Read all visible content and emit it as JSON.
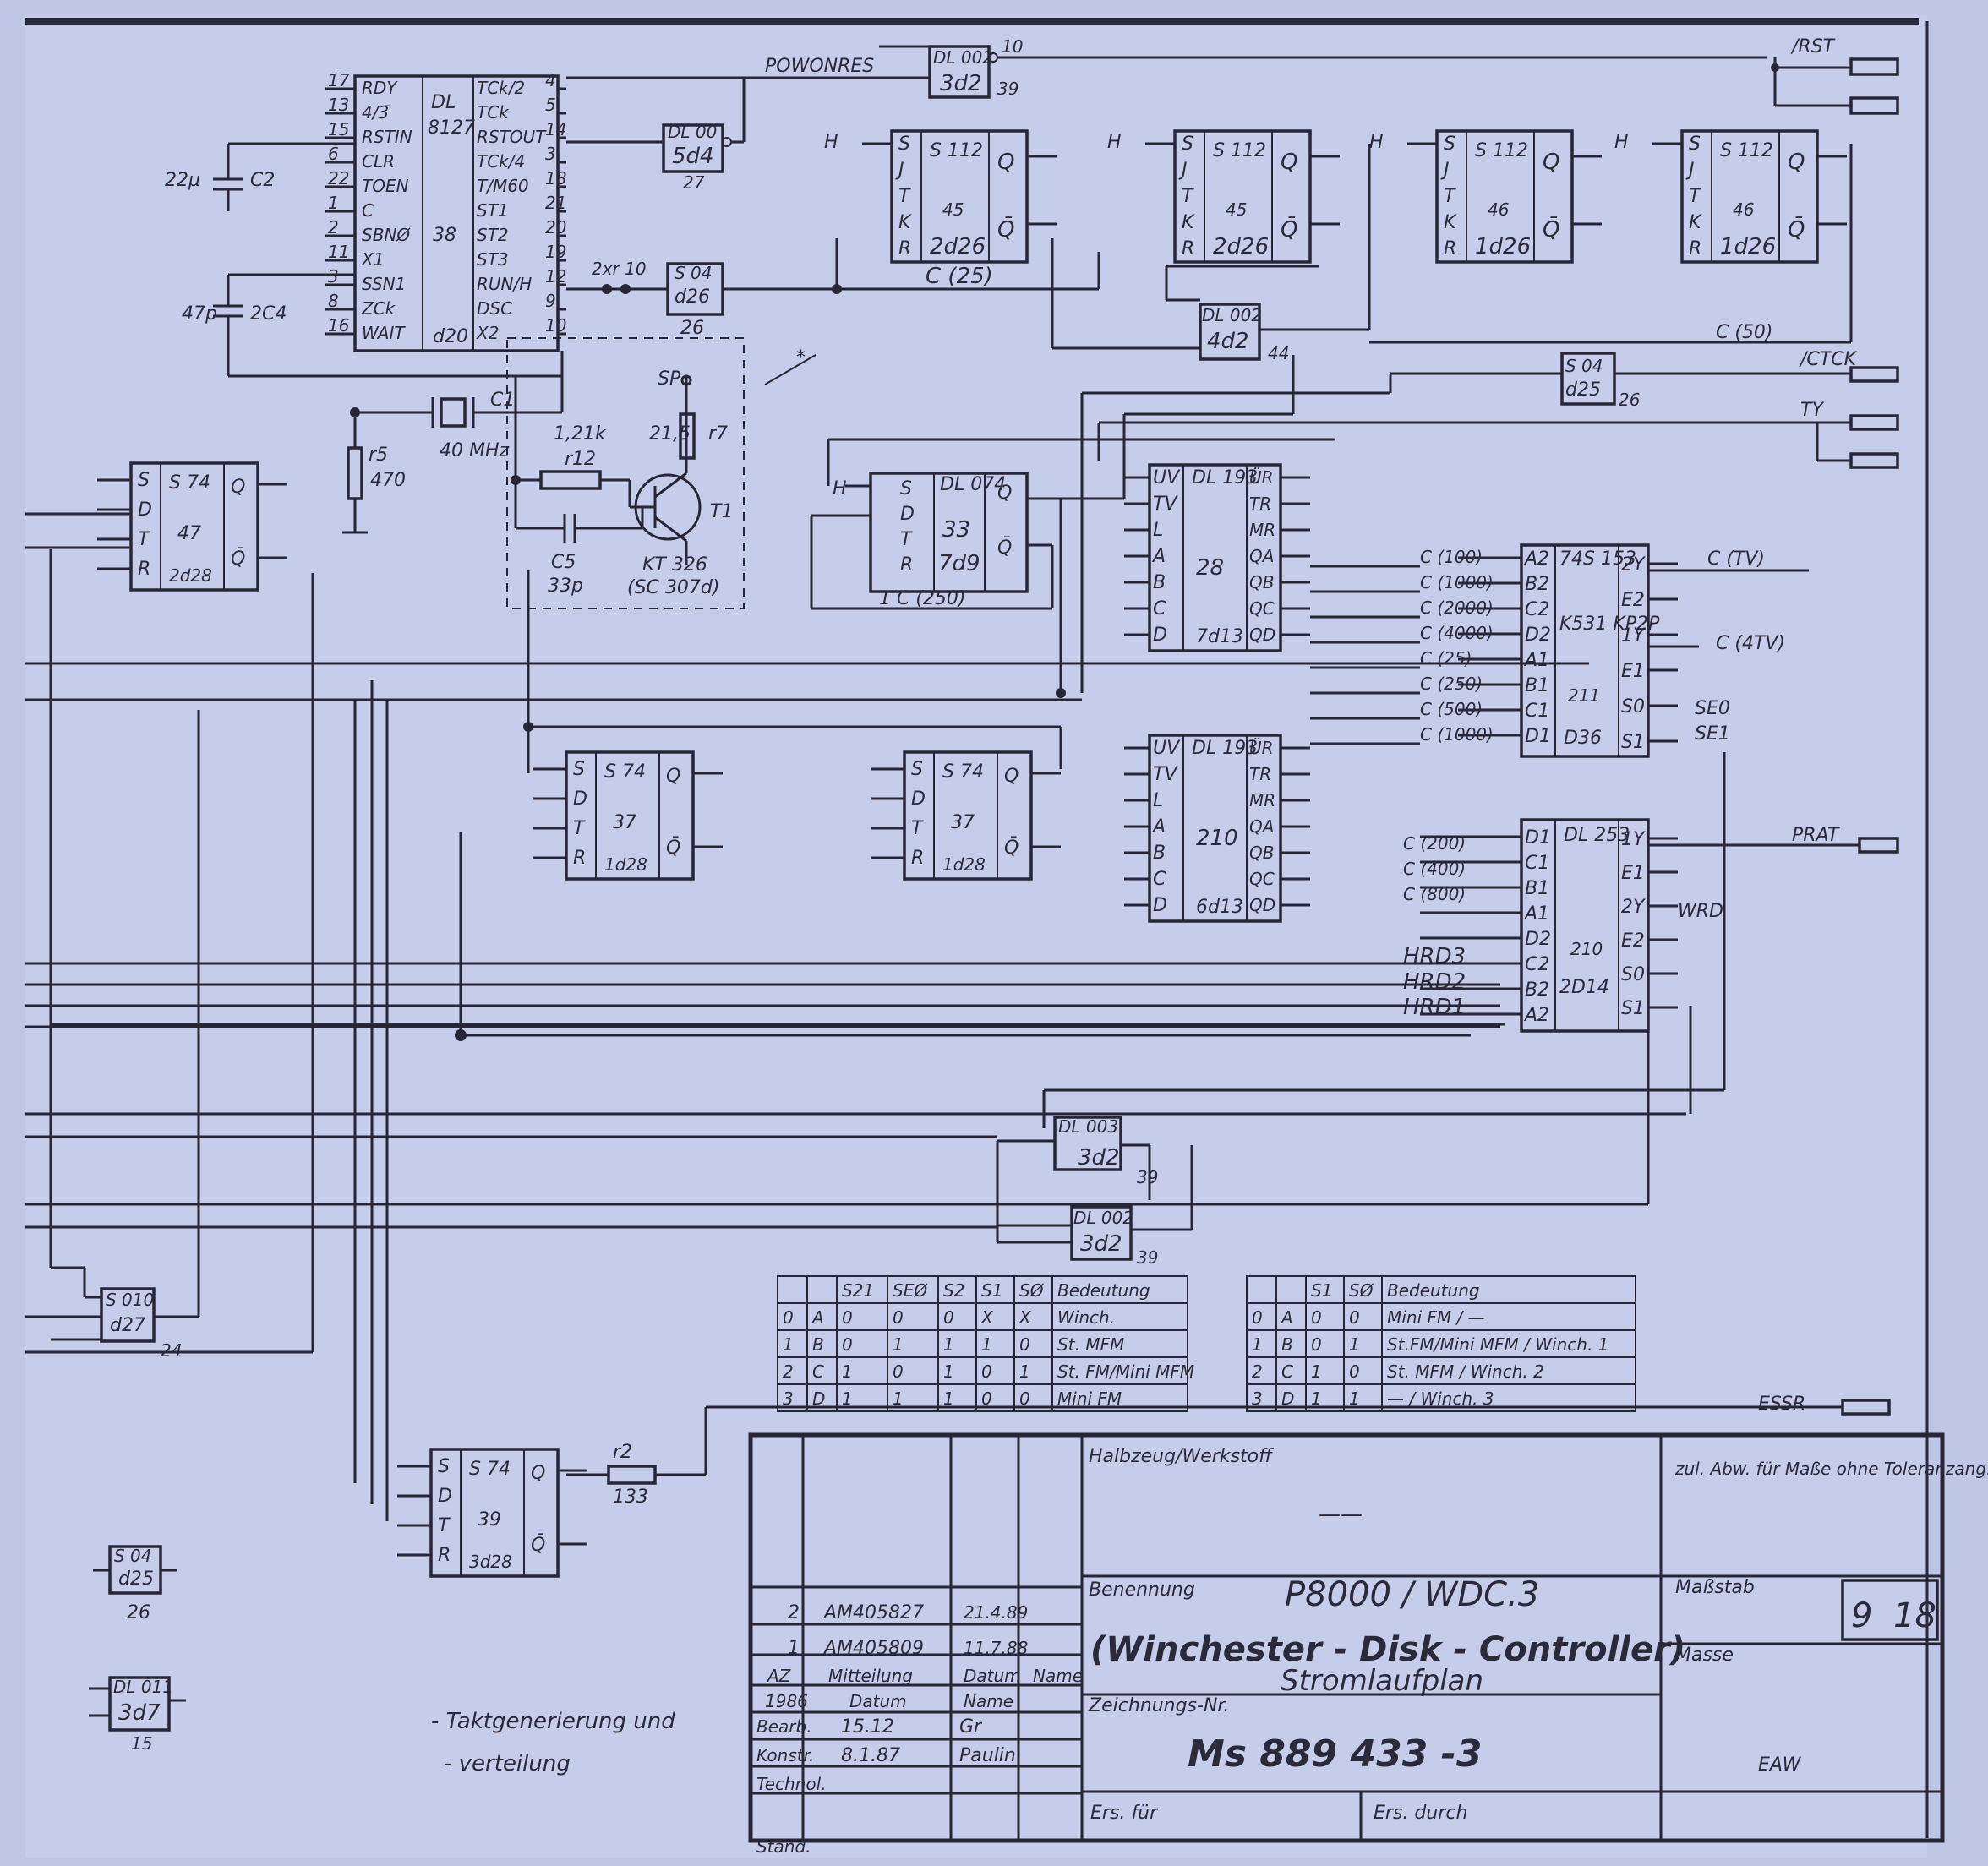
{
  "title_block": {
    "material_label": "Halbzeug/Werkstoff",
    "material_value": "——",
    "tolerance_note": "zul. Abw. für Maße ohne Toleranzang.",
    "benennung_label": "Benennung",
    "name": "P8000 / WDC.3",
    "name_sub": "(Winchester - Disk - Controller)",
    "doc_type": "Stromlaufplan",
    "zeichnung_label": "Zeichnungs-Nr.",
    "drawing_number": "Ms 889 433 -3",
    "massstab_label": "Maßstab",
    "masse_label": "Masse",
    "sheet": "9",
    "sheets_total": "18",
    "company": "EAW",
    "ers_fuer": "Ers. für",
    "ers_durch": "Ers. durch",
    "revisions": [
      {
        "az": "2",
        "mitteilung": "AM405827",
        "datum": "21.4.89"
      },
      {
        "az": "1",
        "mitteilung": "AM405809",
        "datum": "11.7.88"
      }
    ],
    "rev_headers": [
      "AZ",
      "Mitteilung",
      "Datum",
      "Name"
    ],
    "year": "1986",
    "col_datum": "Datum",
    "col_name": "Name",
    "rows": [
      {
        "label": "Bearb.",
        "datum": "15.12",
        "name": "Gr"
      },
      {
        "label": "Konstr.",
        "datum": "8.1.87",
        "name": "Paulin"
      },
      {
        "label": "Technol.",
        "datum": "",
        "name": ""
      },
      {
        "label": "Stand.",
        "datum": "",
        "name": ""
      }
    ]
  },
  "caption": [
    "- Taktgenerierung und",
    "- verteilung"
  ],
  "signals": {
    "rst": "/RST",
    "powonres": "POWONRES",
    "c50": "C (50)",
    "ctck": "/CTCK",
    "ty": "TY",
    "prat": "PRAT",
    "essr": "ESSR",
    "c25": "C (25)",
    "c250": "1 C (250)",
    "ctv": "C (TV)",
    "c4tv": "C (4TV)",
    "se0": "SE0",
    "se1": "SE1",
    "wrd": "WRD",
    "hrd3": "HRD3",
    "hrd2": "HRD2",
    "hrd1": "HRD1",
    "h": "H"
  },
  "components": {
    "osc": {
      "name": "DL 8127",
      "pos": "d20",
      "num": "38",
      "left_pins": [
        "RDY",
        "4/3̄",
        "RSTIN",
        "CLR",
        "TOEN",
        "C",
        "SBNØ",
        "X1",
        "SSN1",
        "ZCk",
        "WAIT"
      ],
      "left_nums": [
        "17",
        "13",
        "15",
        "6",
        "22",
        "1",
        "2",
        "11",
        "3",
        "8",
        "16"
      ],
      "right_pins": [
        "TCk/2",
        "TCk",
        "RSTOUT",
        "TCk/4",
        "T/M60",
        "ST1",
        "ST2",
        "ST3",
        "RUN/H",
        "DSC",
        "X2"
      ],
      "right_nums": [
        "4",
        "5",
        "14",
        "3",
        "18",
        "21",
        "20",
        "19",
        "12",
        "9",
        "10"
      ]
    },
    "crystal": "40 MHz",
    "c1": "C1",
    "c2": "C2",
    "c2v": "22µ",
    "c4": "2C4",
    "c4v": "47p",
    "r5": "r5",
    "r5v": "470",
    "r12": "r12",
    "r12v": "1,21k",
    "r7": "r7",
    "r7v": "21,5",
    "c5": "C5",
    "c5v": "33p",
    "t1": "T1",
    "t1_type": "KT 326",
    "t1_sub": "(SC 307d)",
    "sp": "SP",
    "r2": "r2",
    "r2v": "133",
    "u_3d2": {
      "name": "DL 002",
      "pos": "3d2"
    },
    "u_5d4": {
      "name": "DL 00",
      "pos": "5d4",
      "num": "27"
    },
    "u_d26": {
      "name": "S 04",
      "pos": "d26",
      "num": "26"
    },
    "u_4d2": {
      "name": "DL 002",
      "pos": "4d2",
      "num": "44"
    },
    "u_d25": {
      "name": "S 04",
      "pos": "d25",
      "num": "26"
    },
    "ff1": {
      "name": "S 112",
      "pos": "2d26",
      "num": "45"
    },
    "ff2": {
      "name": "S 112",
      "pos": "2d26",
      "num": "45"
    },
    "ff3": {
      "name": "S 112",
      "pos": "1d26",
      "num": "46"
    },
    "ff4": {
      "name": "S 112",
      "pos": "1d26",
      "num": "46"
    },
    "dl074": {
      "name": "DL 074",
      "num": "33",
      "pos": "7d9"
    },
    "cnt1": {
      "name": "DL 193",
      "num": "28",
      "pos": "7d13"
    },
    "cnt2": {
      "name": "DL 193",
      "num": "210",
      "pos": "6d13"
    },
    "mux1": {
      "name": "74S 153",
      "sub": "K531 KP2P",
      "num": "211",
      "pos": "D36"
    },
    "mux2": {
      "name": "DL 253",
      "num": "210",
      "pos": "2D14"
    },
    "ff74a": {
      "name": "S 74",
      "num": "47",
      "pos": "2d28"
    },
    "ff74b": {
      "name": "S 74",
      "num": "37",
      "pos": "1d28"
    },
    "ff74c": {
      "name": "S 74",
      "num": "37",
      "pos": "1d28"
    },
    "ff74d": {
      "name": "S 74",
      "num": "39",
      "pos": "3d28"
    },
    "u_d27": {
      "name": "S 010",
      "pos": "d27",
      "num": "24"
    },
    "u_3d2b": {
      "name": "DL 003",
      "pos": "3d2",
      "num": "39"
    },
    "u_3d2c": {
      "name": "DL 002",
      "pos": "3d2",
      "num": "39"
    },
    "spare1": {
      "name": "S 04",
      "pos": "d25",
      "num": "26"
    },
    "spare2": {
      "name": "DL 011",
      "pos": "3d7",
      "num": "15"
    },
    "mux1_inputs": [
      "C (100)",
      "C (1000)",
      "C (2000)",
      "C (4000)",
      "C (25)",
      "C (250)",
      "C (500)",
      "C (1000)"
    ],
    "mux1_pins": [
      "A2",
      "B2",
      "C2",
      "D2",
      "A1",
      "B1",
      "C1",
      "D1"
    ],
    "mux1_right": [
      "2Y",
      "E2",
      "1Y",
      "E1",
      "S0",
      "S1"
    ],
    "mux2_inputs": [
      "C (200)",
      "C (400)",
      "C (800)",
      "HRD3",
      "HRD2",
      "HRD1"
    ],
    "mux2_pins": [
      "D1",
      "C1",
      "B1",
      "A1",
      "D2",
      "C2",
      "B2",
      "A2"
    ],
    "mux2_right": [
      "1Y",
      "E1",
      "2Y",
      "E2",
      "S0",
      "S1"
    ]
  },
  "table1": {
    "headers": [
      "",
      "",
      "S21",
      "SEØ",
      "S2",
      "S1",
      "SØ",
      "Bedeutung"
    ],
    "rows": [
      [
        "0",
        "A",
        "0",
        "0",
        "0",
        "X",
        "X",
        "Winch."
      ],
      [
        "1",
        "B",
        "0",
        "1",
        "1",
        "1",
        "0",
        "St. MFM"
      ],
      [
        "2",
        "C",
        "1",
        "0",
        "1",
        "0",
        "1",
        "St. FM/Mini MFM"
      ],
      [
        "3",
        "D",
        "1",
        "1",
        "1",
        "0",
        "0",
        "Mini FM"
      ]
    ]
  },
  "table2": {
    "headers": [
      "",
      "",
      "S1",
      "SØ",
      "Bedeutung"
    ],
    "rows": [
      [
        "0",
        "A",
        "0",
        "0",
        "Mini FM / —"
      ],
      [
        "1",
        "B",
        "0",
        "1",
        "St.FM/Mini MFM / Winch. 1"
      ],
      [
        "2",
        "C",
        "1",
        "0",
        "St. MFM / Winch. 2"
      ],
      [
        "3",
        "D",
        "1",
        "1",
        "— / Winch. 3"
      ]
    ]
  }
}
